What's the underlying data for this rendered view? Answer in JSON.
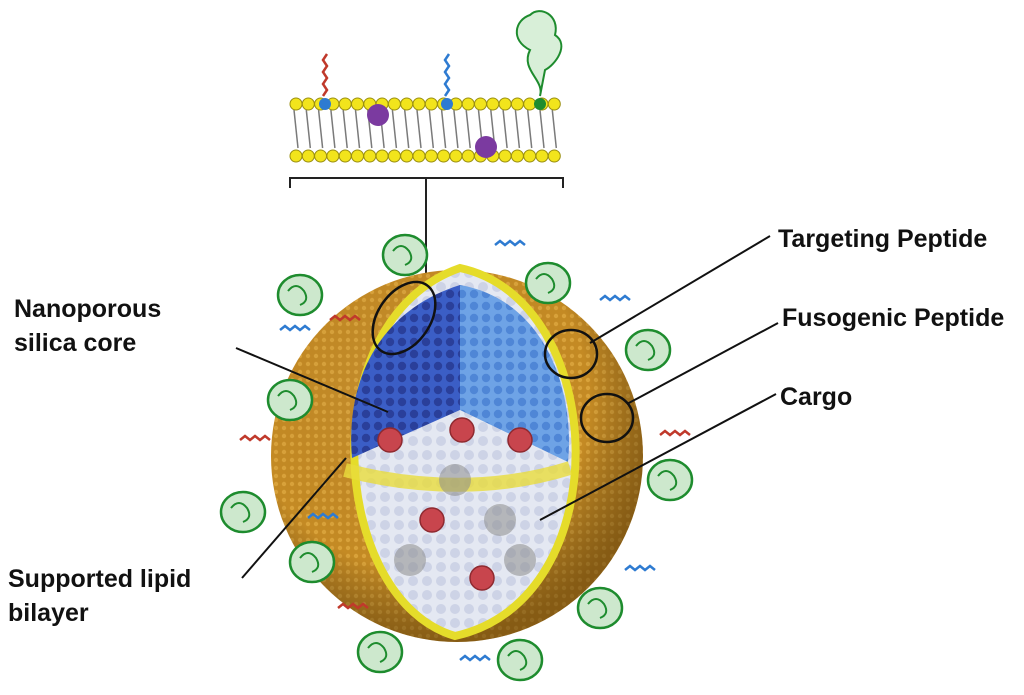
{
  "labels": {
    "core": {
      "line1": "Nanoporous",
      "line2": "silica core"
    },
    "lipid": {
      "line1": "Supported lipid",
      "line2": "bilayer"
    },
    "targeting": "Targeting Peptide",
    "fusogenic": "Fusogenic Peptide",
    "cargo": "Cargo"
  },
  "colors": {
    "shell": "#c28a22",
    "shell_dark": "#8a5a10",
    "lipid_head": "#f2e41c",
    "core_blue": "#2f4fb8",
    "core_light": "#5b8fdc",
    "peptide_green": "#1e8c2e",
    "targeting_red": "#c0392b",
    "fusogenic_blue": "#2e7bd1",
    "cargo_red": "#c8454d",
    "cargo_purple": "#7b3aa0"
  }
}
